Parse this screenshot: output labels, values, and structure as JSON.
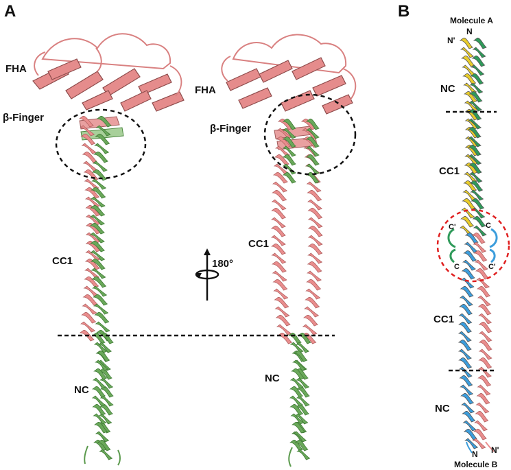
{
  "panels": {
    "a": {
      "letter": "A",
      "left_view": {
        "fha": "FHA",
        "finger": "β-Finger",
        "cc1": "CC1",
        "nc": "NC"
      },
      "right_view": {
        "fha": "FHA",
        "finger": "β-Finger",
        "cc1": "CC1",
        "nc": "NC"
      },
      "rotation": "180°"
    },
    "b": {
      "letter": "B",
      "molecule_a": "Molecule A",
      "molecule_b": "Molecule B",
      "top_n_prime": "N'",
      "top_n": "N",
      "nc_top": "NC",
      "cc1_top": "CC1",
      "c_prime_left": "C'",
      "c_right": "C",
      "c_left": "C",
      "c_prime_right": "C'",
      "cc1_bottom": "CC1",
      "nc_bottom": "NC",
      "bottom_n": "N",
      "bottom_n_prime": "N'"
    }
  },
  "colors": {
    "green": "#6aa85a",
    "green_dark": "#3f7a35",
    "pink": "#e98d8d",
    "pink_dark": "#b06060",
    "yellow": "#e8cc2a",
    "blue": "#3c9ddc",
    "blue_light": "#8ec8ee",
    "green_b": "#2f9a5a",
    "dash_black": "#111111",
    "dash_red": "#e02020"
  }
}
